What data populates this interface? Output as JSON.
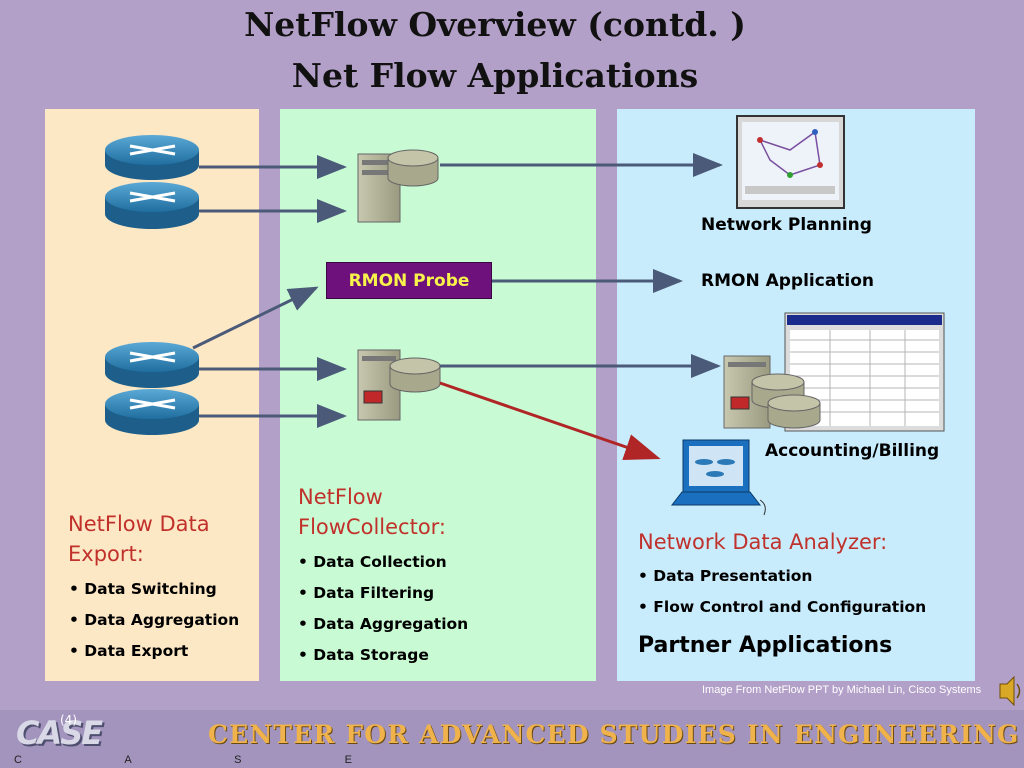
{
  "title": {
    "line1": "NetFlow Overview (contd. )",
    "line2": "Net Flow Applications"
  },
  "export_panel": {
    "heading_line1": "NetFlow Data",
    "heading_line2": "Export:",
    "bullets": [
      "• Data Switching",
      "• Data Aggregation",
      "• Data Export"
    ]
  },
  "collector_panel": {
    "heading_line1": "NetFlow",
    "heading_line2": "FlowCollector:",
    "bullets": [
      "• Data Collection",
      "• Data Filtering",
      "• Data Aggregation",
      "• Data Storage"
    ],
    "rmon_probe": "RMON Probe"
  },
  "analyzer_panel": {
    "network_planning": "Network Planning",
    "rmon_application": "RMON Application",
    "accounting_billing": "Accounting/Billing",
    "heading": "Network Data Analyzer:",
    "bullets": [
      "• Data Presentation",
      "• Flow Control and Configuration"
    ],
    "partner": "Partner Applications"
  },
  "credit": "Image From NetFlow PPT by Michael Lin, Cisco Systems",
  "footer": {
    "slide_number": "(4)",
    "logo_text": "CASE",
    "logo_letters": "C A S E",
    "banner": "CENTER FOR ADVANCED STUDIES IN ENGINEERING"
  },
  "colors": {
    "background": "#b3a0c8",
    "export_panel": "#fde8c6",
    "collector_panel": "#c8fbd4",
    "analyzer_panel": "#c8ecfc",
    "heading_red": "#c1312b",
    "rmon_probe_fill": "#6e117c",
    "rmon_probe_text": "#f7f34a"
  },
  "icons": [
    "router-icon",
    "server-icon",
    "database-icon",
    "monitor-icon",
    "workstation-icon",
    "speaker-icon"
  ]
}
